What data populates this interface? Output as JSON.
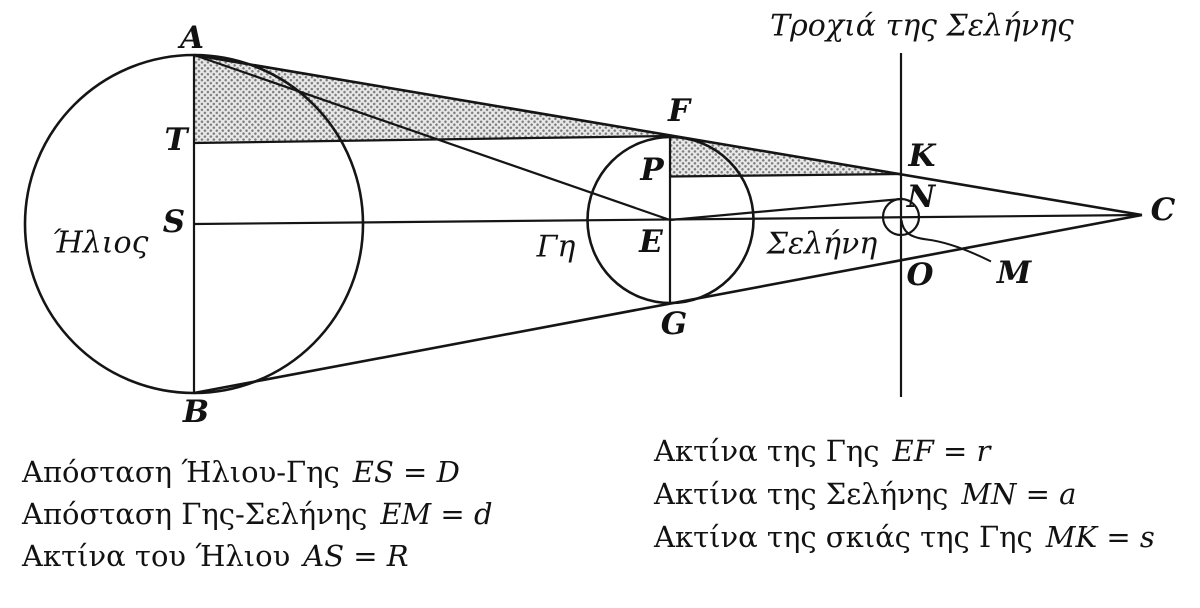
{
  "figure": {
    "orbit_title": "Τροχιά της Σελήνης",
    "bodies": {
      "sun": "Ήλιος",
      "earth": "Γη",
      "moon": "Σελήνη"
    },
    "points": {
      "A": "A",
      "T": "T",
      "S": "S",
      "B": "B",
      "F": "F",
      "P": "P",
      "E": "E",
      "G": "G",
      "K": "K",
      "N": "N",
      "O": "O",
      "M": "M",
      "C": "C"
    },
    "colors": {
      "ink": "#151515",
      "shade_dot": "#7e7e7e",
      "shade_bg": "#e9e9e9"
    }
  },
  "legend_left": [
    {
      "label": "Απόσταση  Ήλιου-Γης",
      "formula": "ES  =  D"
    },
    {
      "label": "Απόσταση Γης-Σελήνης",
      "formula": "EM = d"
    },
    {
      "label": "Ακτίνα του Ήλιου",
      "formula": "AS = R"
    }
  ],
  "legend_right": [
    {
      "label": "Ακτίνα της Γης",
      "formula": "EF = r"
    },
    {
      "label": "Ακτίνα της Σελήνης",
      "formula": "MN = a"
    },
    {
      "label": "Ακτίνα της σκιάς της Γης",
      "formula": "MK = s"
    }
  ]
}
